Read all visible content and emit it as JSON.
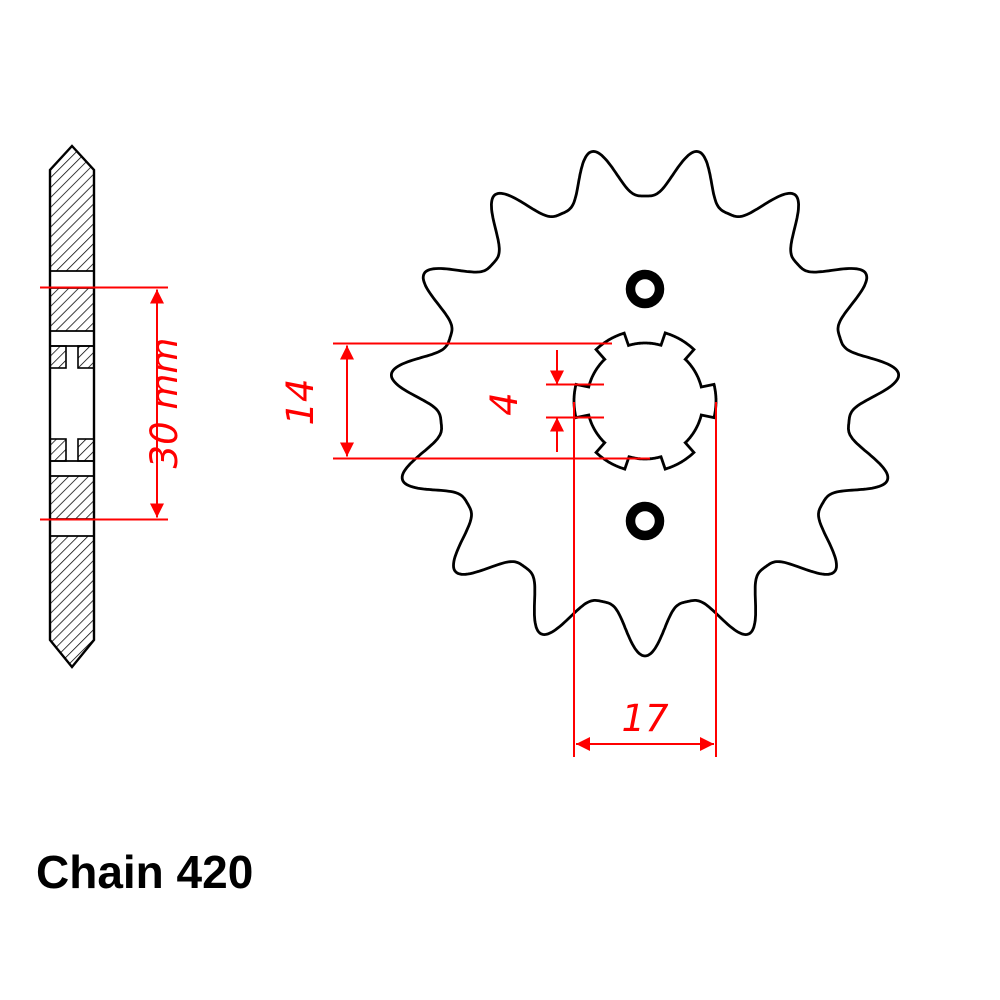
{
  "labels": {
    "chain": "Chain 420",
    "dim_30": "30 mm",
    "dim_14": "14",
    "dim_4": "4",
    "dim_17": "17"
  },
  "colors": {
    "dimension": "#ff0000",
    "drawing": "#000000",
    "background": "#ffffff"
  },
  "diagram": {
    "type": "sprocket technical drawing",
    "views": [
      "side section view",
      "front view"
    ],
    "dimension_values": [
      {
        "label": "30 mm"
      },
      {
        "label": "14"
      },
      {
        "label": "4"
      },
      {
        "label": "17"
      }
    ]
  }
}
